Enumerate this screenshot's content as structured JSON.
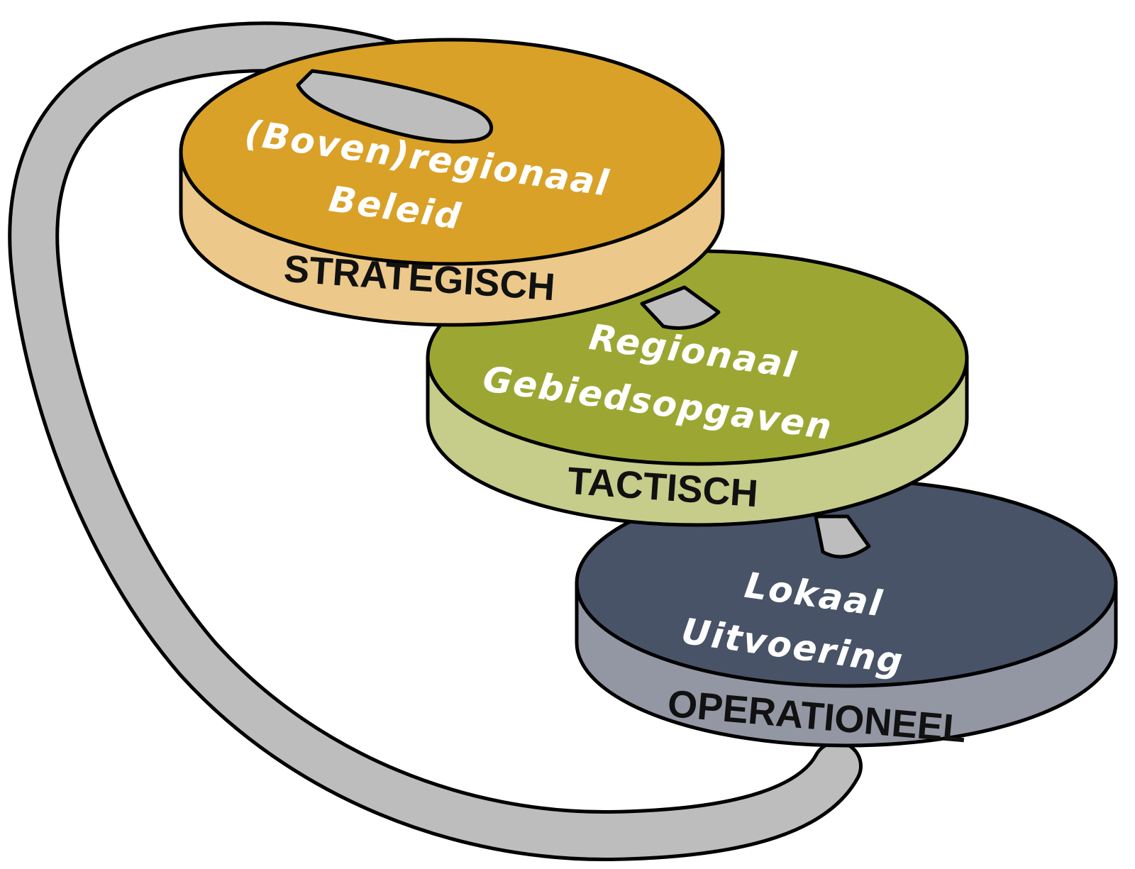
{
  "tiers": [
    {
      "id": "strategisch",
      "level": "STRATEGISCH",
      "top_line1": "(Boven)regionaal",
      "top_line2": "Beleid",
      "top_color": "#D9A128",
      "side_color": "#ECC98A"
    },
    {
      "id": "tactisch",
      "level": "TACTISCH",
      "top_line1": "Regionaal",
      "top_line2": "Gebiedsopgaven",
      "top_color": "#9CA733",
      "side_color": "#C6CC8A"
    },
    {
      "id": "operationeel",
      "level": "OPERATIONEEL",
      "top_line1": "Lokaal",
      "top_line2": "Uitvoering",
      "top_color": "#485367",
      "side_color": "#9396A3"
    }
  ],
  "loop_color": "#BDBDBD",
  "outline_color": "#000000"
}
